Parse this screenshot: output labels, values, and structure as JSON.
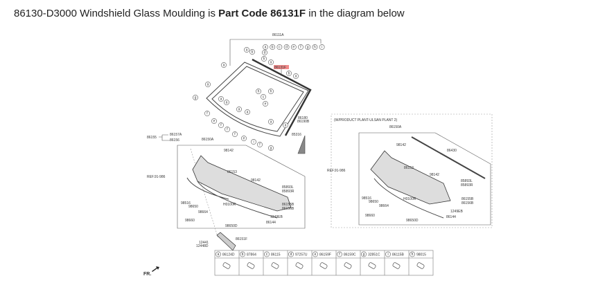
{
  "title": {
    "prefix": "86130-D3000 Windshield Glass Moulding is ",
    "highlight": "Part Code 86131F",
    "suffix": " in the diagram below"
  },
  "diagram": {
    "windshield": {
      "assembly": "86111A",
      "balloons": [
        "a",
        "b",
        "c",
        "d",
        "e",
        "f",
        "g",
        "h",
        "i"
      ],
      "moulding": "86131F",
      "moulding_highlight_color": "#f28b8b",
      "clip": "86157A",
      "screw": "86156",
      "bracket": "86155",
      "cover": "86180",
      "cover2": "86190B",
      "clip2": "85316"
    },
    "cowl_left": {
      "assembly": "86150A",
      "clip": "98142",
      "panel": "86153",
      "clip2": "98142",
      "ref": "REF.91-986",
      "seal": "85893L",
      "seal2": "85893R",
      "p1": "98516",
      "p2": "98650",
      "p3": "98664",
      "p4": "98660",
      "hose": "H0100R",
      "trim": "86155B",
      "trim2": "86156B",
      "bolt": "1249EB",
      "grommet": "86144",
      "nozzle": "98650D",
      "extension": "86151F",
      "screw": "12441",
      "screw2": "12448D"
    },
    "cowl_right": {
      "variant": "(W/PRODUCT PLANT-ULSAN PLANT 2)",
      "assembly": "86150A",
      "clip": "98142",
      "strip": "86430",
      "panel": "86153",
      "clip2": "98142",
      "ref": "REF.91-986",
      "seal": "85893L",
      "seal2": "85893R",
      "p1": "98516",
      "p2": "98650",
      "p3": "98664",
      "p4": "98660",
      "hose": "H0100R",
      "trim": "86155B",
      "trim2": "86156B",
      "bolt": "1249EB",
      "grommet": "86144",
      "nozzle": "98650D"
    },
    "parts_table": [
      {
        "key": "a",
        "code": "86124D"
      },
      {
        "key": "b",
        "code": "87864"
      },
      {
        "key": "c",
        "code": "86115"
      },
      {
        "key": "d",
        "code": "97257U"
      },
      {
        "key": "e",
        "code": "86159F"
      },
      {
        "key": "f",
        "code": "86159C"
      },
      {
        "key": "g",
        "code": "32851C"
      },
      {
        "key": "i",
        "code": "86115B"
      },
      {
        "key": "h",
        "code": "98015"
      }
    ],
    "front_marker": "FR."
  }
}
